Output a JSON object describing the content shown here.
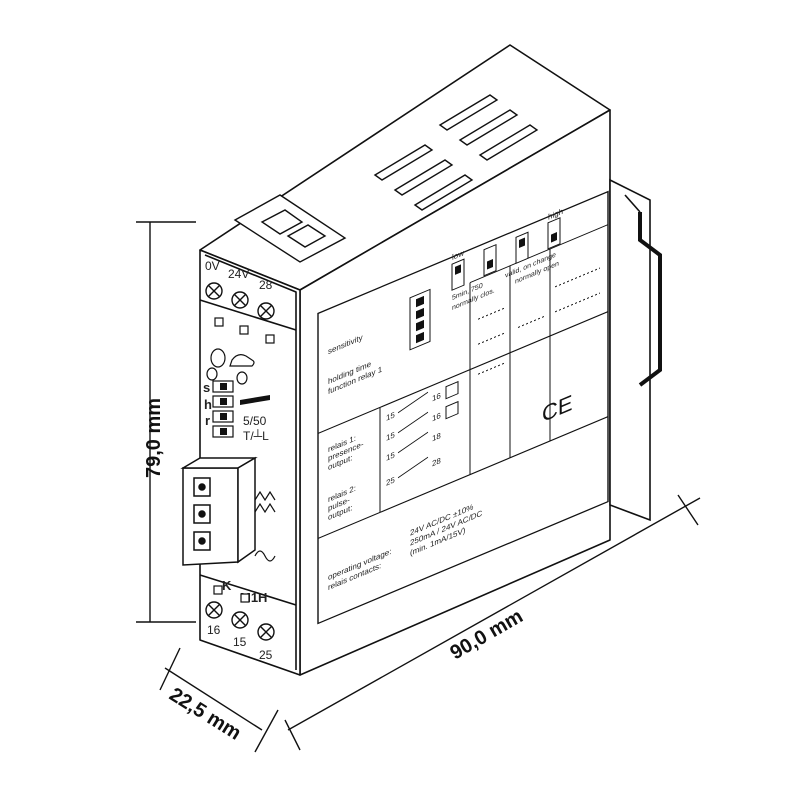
{
  "dimensions": {
    "height": "79,0 mm",
    "depth": "90,0 mm",
    "width": "22,5 mm"
  },
  "front_panel": {
    "top_terminals": [
      "0V",
      "24V",
      "28"
    ],
    "switch_letters": [
      "s",
      "h",
      "r"
    ],
    "switch_right": [
      "5/50",
      "T/┴L"
    ],
    "bottom_top_labels": [
      "K",
      "M1H"
    ],
    "bottom_terminals": [
      "16",
      "15",
      "25"
    ]
  },
  "side_label": {
    "dip_labels": [
      "low",
      "high"
    ],
    "col_texts": [
      "5min, 750",
      "valid, on change",
      "normally clos.",
      "normally open"
    ],
    "sensitivity": "sensitivity",
    "holding_time": "holding time",
    "function_relay": "function relay 1",
    "relay1": [
      "relais 1:",
      "presence-",
      "output:"
    ],
    "relay2": [
      "relais 2:",
      "pulse-",
      "output:"
    ],
    "relay_numbers": [
      "15",
      "16",
      "15",
      "16",
      "15",
      "18",
      "25",
      "28"
    ],
    "ce_mark": "CE",
    "op_voltage_label": "operating voltage:",
    "relay_contacts_label": "relais contacts:",
    "op_voltage_values": [
      "24V AC/DC ±10%",
      "250mA / 24V AC/DC",
      "(min. 1mA/15V)"
    ]
  }
}
